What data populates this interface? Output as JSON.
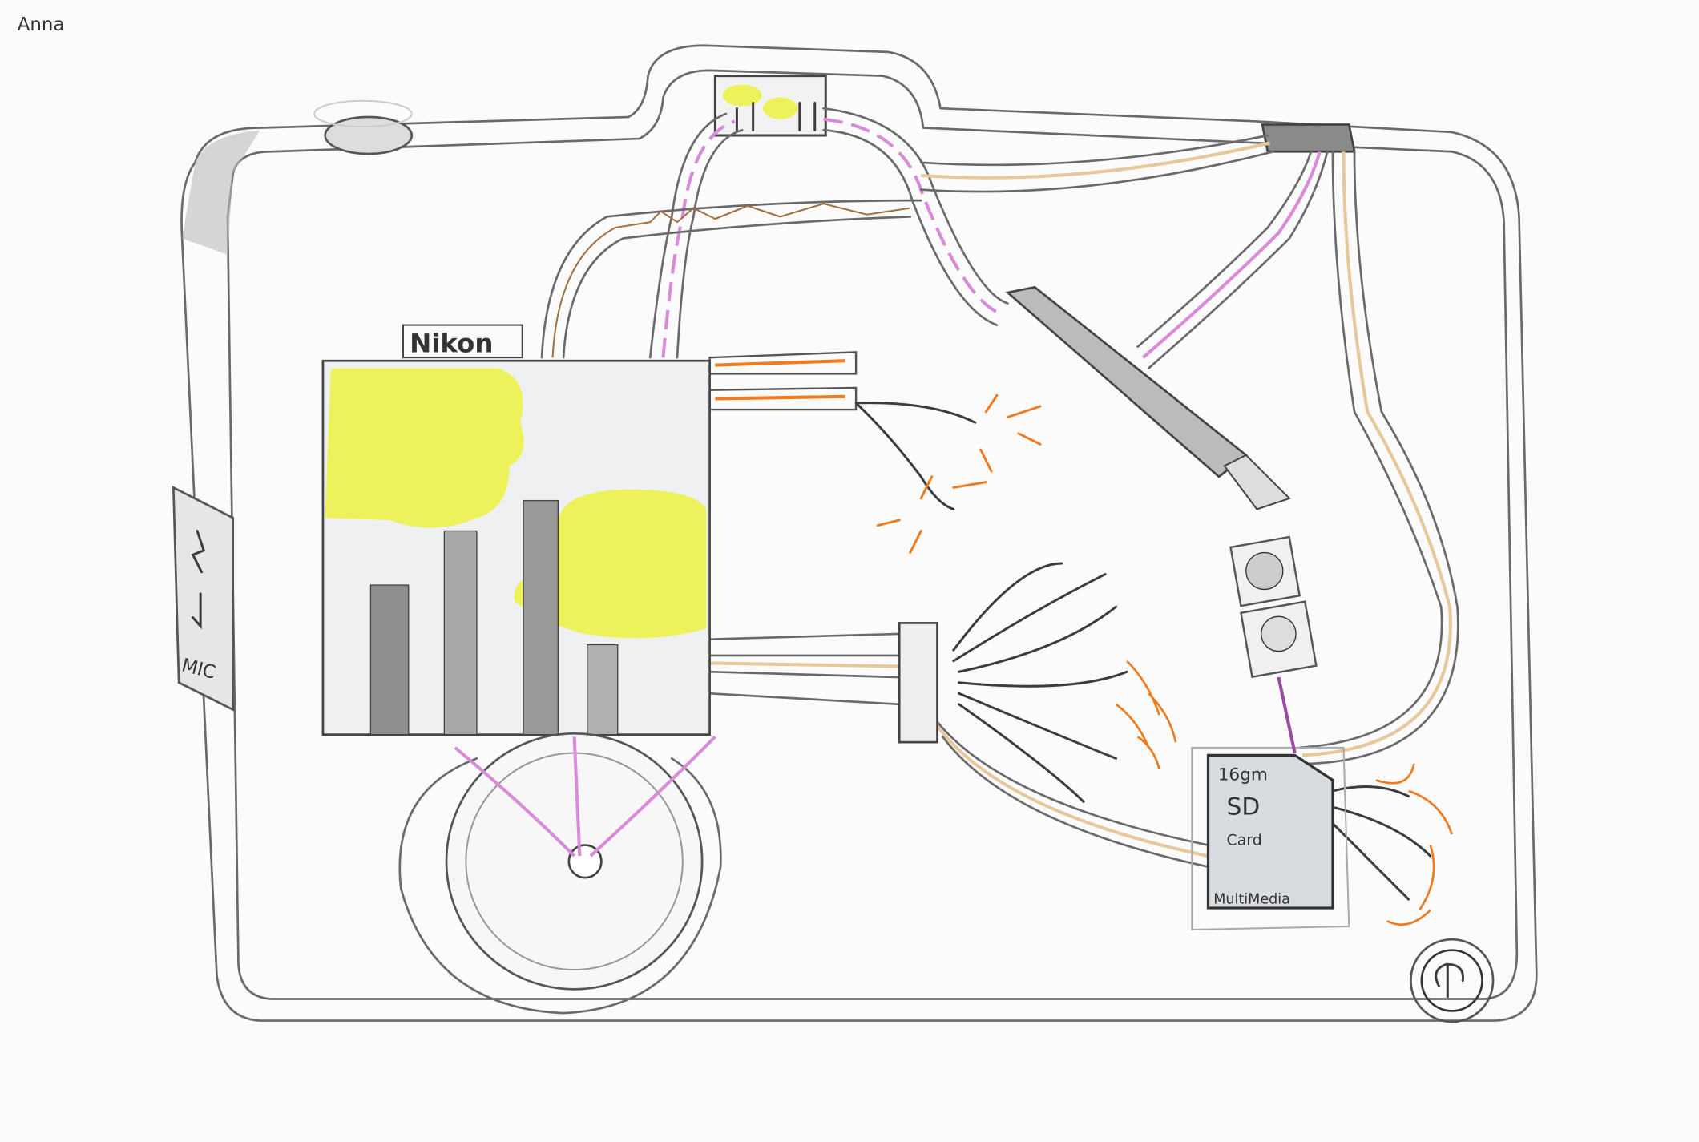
{
  "author_signature": "Anna",
  "brand_label": "Nikon",
  "side_panel": {
    "label": "MIC"
  },
  "memory_card": {
    "capacity": "16gm",
    "type": "Card",
    "footer": "MultiMedia"
  },
  "colors": {
    "highlight": "#eef25a",
    "cable_stripe": "#d98ad8",
    "wire_orange": "#f07a1e",
    "wire_tan": "#e8c79a",
    "pencil": "#6a6a6a"
  }
}
